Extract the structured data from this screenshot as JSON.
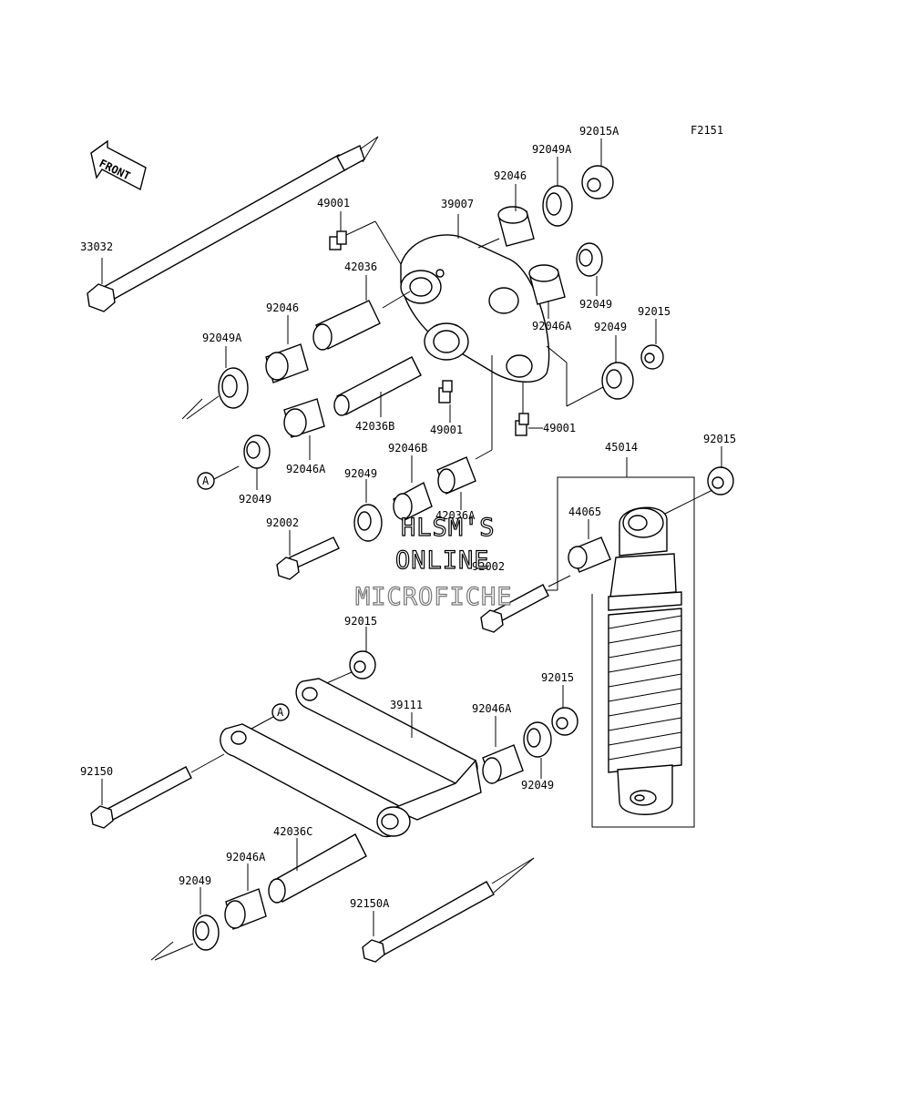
{
  "figure_code": "F2151",
  "front_label": "FRONT",
  "callout_letter": "A",
  "watermark": {
    "line1": "HLSM'S",
    "line2": "ONLINE",
    "line3": "MICROFICHE"
  },
  "parts": {
    "p33032": "33032",
    "p49001_top": "49001",
    "p39007": "39007",
    "p92046_top": "92046",
    "p92049A_top": "92049A",
    "p92015A": "92015A",
    "p42036": "42036",
    "p92046_left": "92046",
    "p92049A_left": "92049A",
    "p92049_r1": "92049",
    "p92046A_r": "92046A",
    "p92049_r2": "92049",
    "p92015_r": "92015",
    "p42036B": "42036B",
    "p49001_mid": "49001",
    "p49001_right": "49001",
    "p45014": "45014",
    "p92015_shock": "92015",
    "p92046B": "92046B",
    "p92046A_left": "92046A",
    "p92049_leftA": "92049",
    "p92049_mid": "92049",
    "p42036A": "42036A",
    "p44065": "44065",
    "p92002_left": "92002",
    "p92002_mid": "92002",
    "p92015_rod": "92015",
    "p39111": "39111",
    "p92015_bot": "92015",
    "p92046A_bot": "92046A",
    "p92049_bot": "92049",
    "p92150": "92150",
    "p42036C": "42036C",
    "p92046A_low": "92046A",
    "p92049_low": "92049",
    "p92150A": "92150A"
  }
}
